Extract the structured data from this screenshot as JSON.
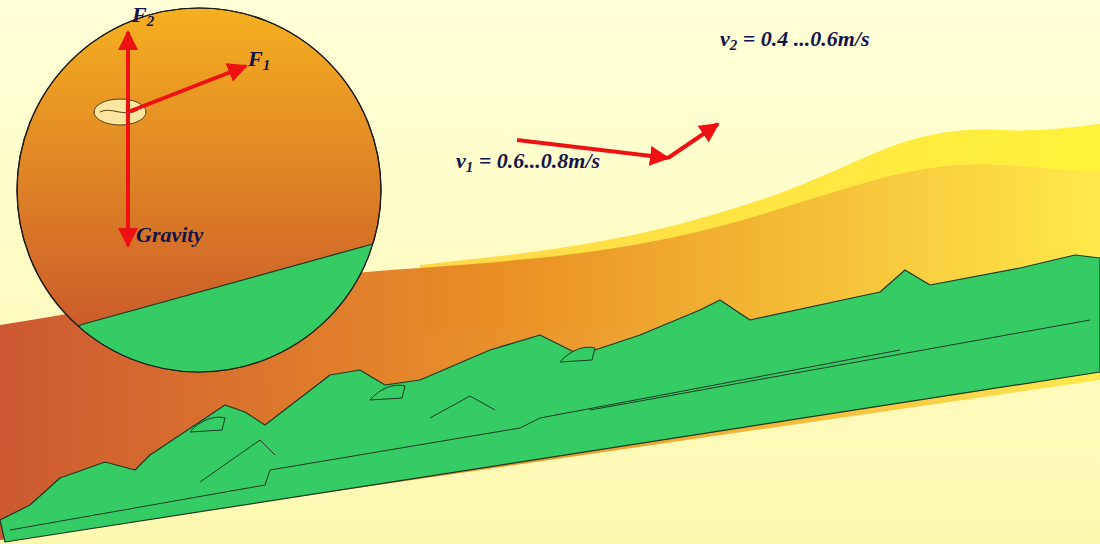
{
  "diagram": {
    "labels": [
      "F2",
      "F1",
      "Gravity",
      "v2 = 0.4 ...0.6m/s",
      "v1 = 0.6...0.8m/s"
    ]
  }
}
